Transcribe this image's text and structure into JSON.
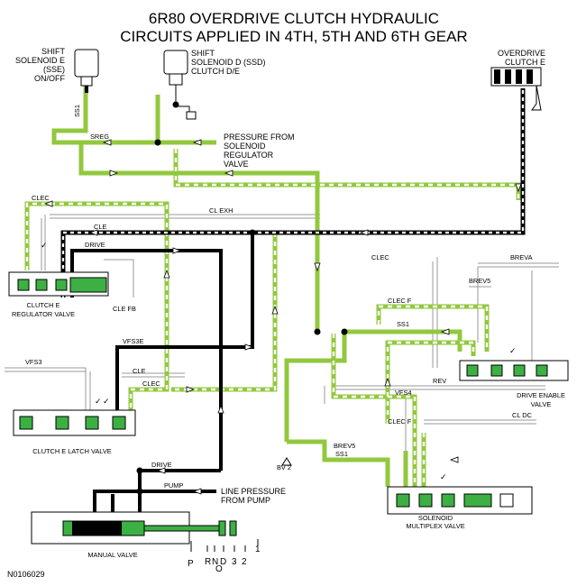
{
  "title": {
    "line1": "6R80 OVERDRIVE CLUTCH HYDRAULIC",
    "line2": "CIRCUITS APPLIED IN 4TH, 5TH AND 6TH GEAR"
  },
  "solenoid_e": {
    "line1": "SHIFT",
    "line2": "SOLENOID E",
    "line3": "(SSE)",
    "line4": "ON/OFF"
  },
  "solenoid_d": {
    "line1": "SHIFT",
    "line2": "SOLENOID D (SSD)",
    "line3": "CLUTCH D/E"
  },
  "overdrive": {
    "line1": "OVERDRIVE",
    "line2": "CLUTCH E"
  },
  "pressure_sreg": {
    "line1": "PRESSURE FROM",
    "line2": "SOLENOID",
    "line3": "REGULATOR",
    "line4": "VALVE"
  },
  "line_pressure": {
    "line1": "LINE PRESSURE",
    "line2": "FROM PUMP"
  },
  "circuits": {
    "ss1": "SS1",
    "sreg": "SREG",
    "clec": "CLEC",
    "cl_exh": "CL EXH",
    "cle": "CLE",
    "drive": "DRIVE",
    "cle_fb": "CLE FB",
    "vfs3e": "VFS3E",
    "vfs3": "VFS3",
    "rev": "REV",
    "vfs4": "VFS4",
    "clec_f": "CLEC F",
    "brev5": "BREV5",
    "breva": "BREVA",
    "cl_dc": "CL DC",
    "pump": "PUMP",
    "bv2": "BV 2"
  },
  "valves": {
    "clutch_e_reg_1": "CLUTCH E",
    "clutch_e_reg_2": "REGULATOR VALVE",
    "clutch_e_latch": "CLUTCH E LATCH VALVE",
    "drive_enable_1": "DRIVE ENABLE",
    "drive_enable_2": "VALVE",
    "solenoid_mult_1": "SOLENOID",
    "solenoid_mult_2": "MULTIPLEX VALVE",
    "manual": "MANUAL VALVE"
  },
  "gear_selector": [
    "P",
    "R",
    "N",
    "D",
    "3",
    "2",
    "1"
  ],
  "gear_o": "O",
  "check_mark": "✓",
  "figure_id": "N0106029",
  "colors": {
    "green": "#92c83e",
    "valve_green": "#3cb043",
    "pressure_black": "#000000",
    "outline": "#000000"
  }
}
